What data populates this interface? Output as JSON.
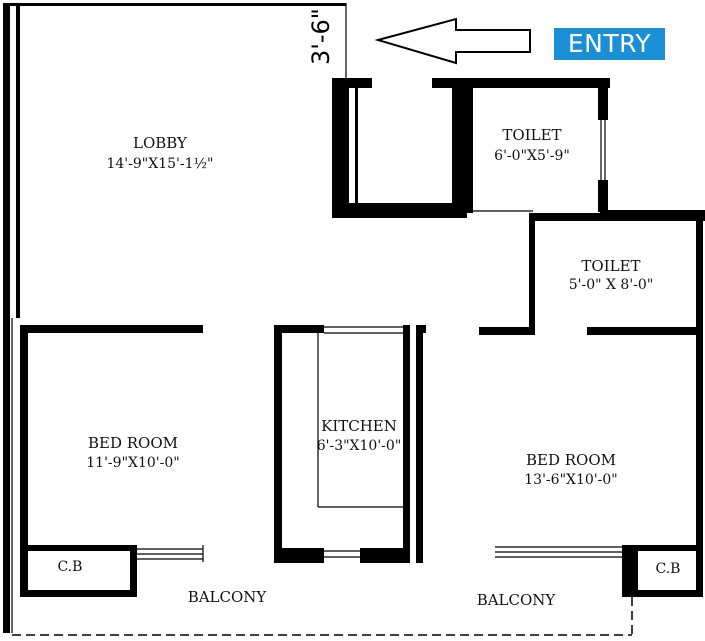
{
  "entry_label": "ENTRY",
  "door_dimension": "3'-6\"",
  "rooms": {
    "lobby": {
      "name": "LOBBY",
      "dim": "14'-9\"X15'-1½\""
    },
    "toilet_1": {
      "name": "TOILET",
      "dim": "6'-0\"X5'-9\""
    },
    "toilet_2": {
      "name": "TOILET",
      "dim": "5'-0\" X 8'-0\""
    },
    "kitchen": {
      "name": "KITCHEN",
      "dim": "6'-3\"X10'-0\""
    },
    "bedroom_1": {
      "name": "BED ROOM",
      "dim": "11'-9\"X10'-0\""
    },
    "bedroom_2": {
      "name": "BED ROOM",
      "dim": "13'-6\"X10'-0\""
    },
    "cb_left": {
      "name": "C.B"
    },
    "cb_right": {
      "name": "C.B"
    },
    "balcony_left": {
      "name": "BALCONY"
    },
    "balcony_right": {
      "name": "BALCONY"
    }
  },
  "colors": {
    "wall": "#000000",
    "entry_badge": "#1a8fd6"
  },
  "icons": {
    "entry_arrow": "left-arrow-icon"
  }
}
